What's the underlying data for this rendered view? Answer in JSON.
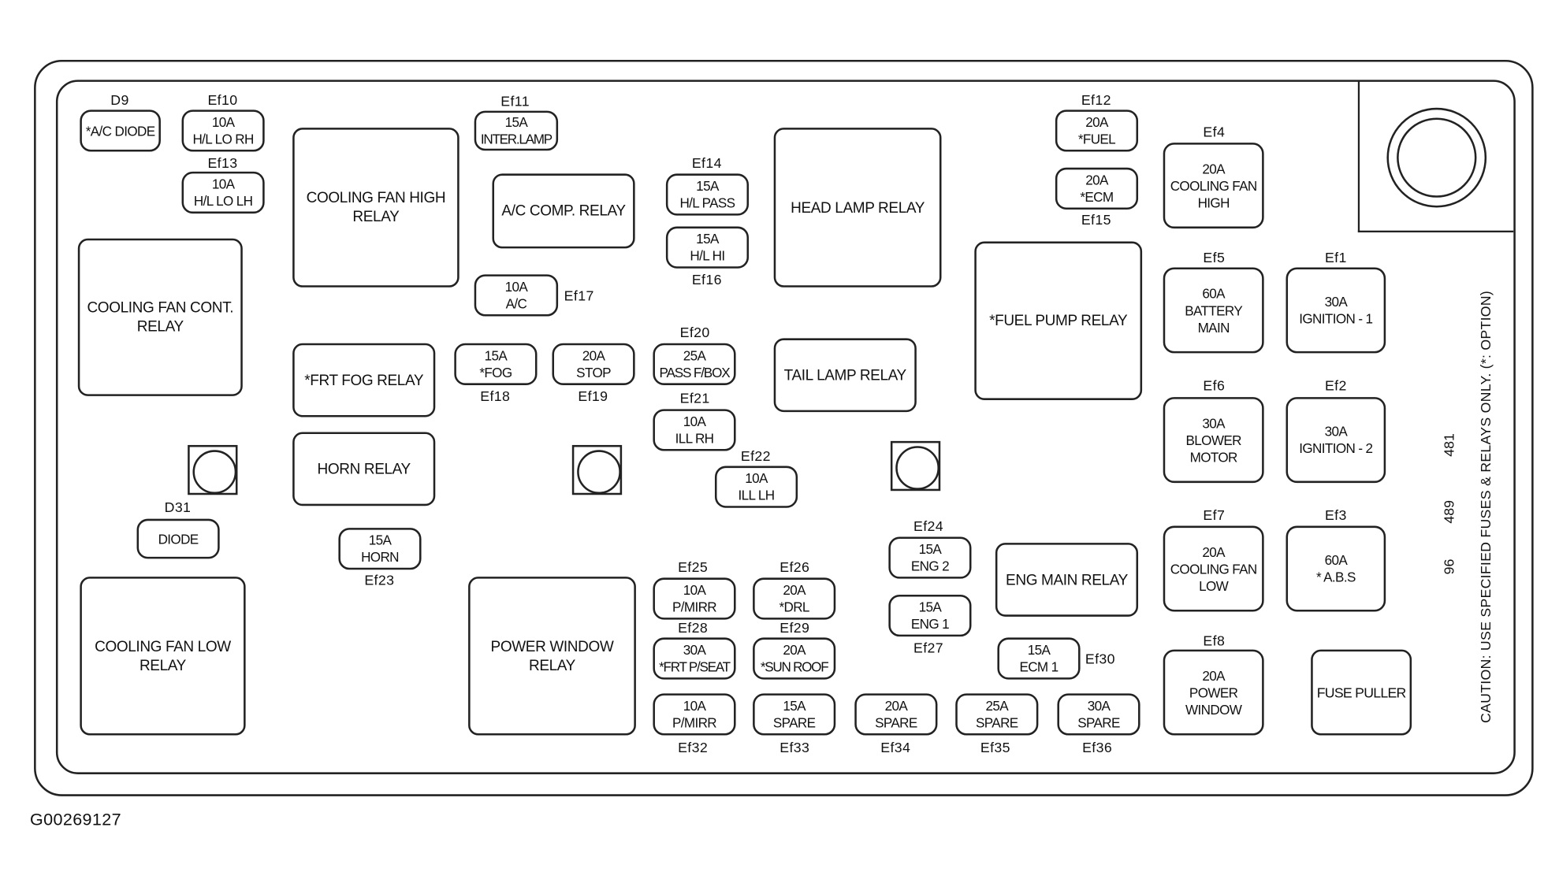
{
  "figure_id": "G00269127",
  "caution": "CAUTION: USE SPECIFIED FUSES & RELAYS ONLY. (*: OPTION)",
  "side_numbers": [
    "481",
    "489",
    "96"
  ],
  "relays": {
    "cooling_fan_high": "COOLING FAN HIGH RELAY",
    "ac_comp": "A/C COMP. RELAY",
    "head_lamp": "HEAD LAMP RELAY",
    "cooling_fan_cont": "COOLING FAN CONT. RELAY",
    "fuel_pump": "*FUEL PUMP RELAY",
    "frt_fog": "*FRT FOG RELAY",
    "tail_lamp": "TAIL LAMP RELAY",
    "horn": "HORN RELAY",
    "eng_main": "ENG MAIN RELAY",
    "cooling_fan_low": "COOLING FAN LOW RELAY",
    "power_window": "POWER WINDOW RELAY",
    "fuse_puller": "FUSE PULLER"
  },
  "fuses": {
    "d9": {
      "id": "D9",
      "l1": "*A/C DIODE",
      "l2": ""
    },
    "d31": {
      "id": "D31",
      "l1": "DIODE",
      "l2": ""
    },
    "ef10": {
      "id": "Ef10",
      "l1": "10A",
      "l2": "H/L LO RH"
    },
    "ef13": {
      "id": "Ef13",
      "l1": "10A",
      "l2": "H/L LO LH"
    },
    "ef11": {
      "id": "Ef11",
      "l1": "15A",
      "l2": "INTER.LAMP"
    },
    "ef14": {
      "id": "Ef14",
      "l1": "15A",
      "l2": "H/L PASS"
    },
    "ef16": {
      "id": "Ef16",
      "l1": "15A",
      "l2": "H/L HI"
    },
    "ef17": {
      "id": "Ef17",
      "l1": "10A",
      "l2": "A/C"
    },
    "ef12": {
      "id": "Ef12",
      "l1": "20A",
      "l2": "*FUEL"
    },
    "ef15": {
      "id": "Ef15",
      "l1": "20A",
      "l2": "*ECM"
    },
    "ef18": {
      "id": "Ef18",
      "l1": "15A",
      "l2": "*FOG"
    },
    "ef19": {
      "id": "Ef19",
      "l1": "20A",
      "l2": "STOP"
    },
    "ef20": {
      "id": "Ef20",
      "l1": "25A",
      "l2": "PASS F/BOX"
    },
    "ef21": {
      "id": "Ef21",
      "l1": "10A",
      "l2": "ILL RH"
    },
    "ef22": {
      "id": "Ef22",
      "l1": "10A",
      "l2": "ILL LH"
    },
    "ef23": {
      "id": "Ef23",
      "l1": "15A",
      "l2": "HORN"
    },
    "ef24": {
      "id": "Ef24",
      "l1": "15A",
      "l2": "ENG 2"
    },
    "ef27": {
      "id": "Ef27",
      "l1": "15A",
      "l2": "ENG 1"
    },
    "ef25": {
      "id": "Ef25",
      "l1": "10A",
      "l2": "P/MIRR"
    },
    "ef26": {
      "id": "Ef26",
      "l1": "20A",
      "l2": "*DRL"
    },
    "ef28": {
      "id": "Ef28",
      "l1": "30A",
      "l2": "*FRT P/SEAT"
    },
    "ef29": {
      "id": "Ef29",
      "l1": "20A",
      "l2": "*SUN ROOF"
    },
    "ef30": {
      "id": "Ef30",
      "l1": "15A",
      "l2": "ECM 1"
    },
    "ef32": {
      "id": "Ef32",
      "l1": "10A",
      "l2": "P/MIRR"
    },
    "ef33": {
      "id": "Ef33",
      "l1": "15A",
      "l2": "SPARE"
    },
    "ef34": {
      "id": "Ef34",
      "l1": "20A",
      "l2": "SPARE"
    },
    "ef35": {
      "id": "Ef35",
      "l1": "25A",
      "l2": "SPARE"
    },
    "ef36": {
      "id": "Ef36",
      "l1": "30A",
      "l2": "SPARE"
    },
    "ef4": {
      "id": "Ef4",
      "l1": "20A",
      "l2": "COOLING FAN",
      "l3": "HIGH"
    },
    "ef5": {
      "id": "Ef5",
      "l1": "60A",
      "l2": "BATTERY",
      "l3": "MAIN"
    },
    "ef1": {
      "id": "Ef1",
      "l1": "30A",
      "l2": "IGNITION - 1"
    },
    "ef6": {
      "id": "Ef6",
      "l1": "30A",
      "l2": "BLOWER",
      "l3": "MOTOR"
    },
    "ef2": {
      "id": "Ef2",
      "l1": "30A",
      "l2": "IGNITION - 2"
    },
    "ef7": {
      "id": "Ef7",
      "l1": "20A",
      "l2": "COOLING FAN",
      "l3": "LOW"
    },
    "ef3": {
      "id": "Ef3",
      "l1": "60A",
      "l2": "* A.B.S"
    },
    "ef8": {
      "id": "Ef8",
      "l1": "20A",
      "l2": "POWER",
      "l3": "WINDOW"
    }
  }
}
